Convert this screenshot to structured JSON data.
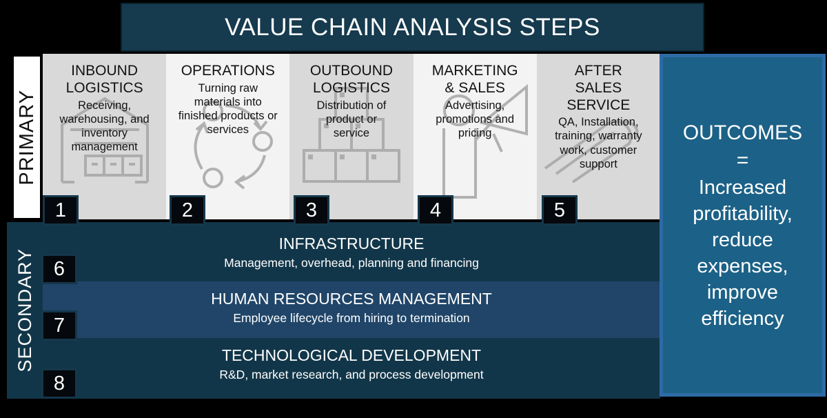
{
  "title": "VALUE CHAIN ANALYSIS STEPS",
  "sidebars": {
    "primary": "PRIMARY",
    "secondary": "SECONDARY"
  },
  "primary_steps": [
    {
      "number": "1",
      "title": "INBOUND LOGISTICS",
      "description": "Receiving, warehousing, and inventory management",
      "icon": "warehouse-icon"
    },
    {
      "number": "2",
      "title": "OPERATIONS",
      "description": "Turning raw materials into finished products or services",
      "icon": "process-cycle-icon"
    },
    {
      "number": "3",
      "title": "OUTBOUND LOGISTICS",
      "description": "Distribution of product or service",
      "icon": "stacked-boxes-icon"
    },
    {
      "number": "4",
      "title": "MARKETING & SALES",
      "description": "Advertising, promotions and pricing",
      "icon": "megaphone-person-icon"
    },
    {
      "number": "5",
      "title": "AFTER SALES SERVICE",
      "description": "QA, Installation, training, warranty work, customer support",
      "icon": "wrench-icon"
    }
  ],
  "secondary_steps": [
    {
      "number": "6",
      "title": "INFRASTRUCTURE",
      "description": "Management, overhead, planning and financing"
    },
    {
      "number": "7",
      "title": "HUMAN RESOURCES MANAGEMENT",
      "description": "Employee lifecycle from hiring to termination"
    },
    {
      "number": "8",
      "title": "TECHNOLOGICAL DEVELOPMENT",
      "description": "R&D, market research, and process development"
    }
  ],
  "outcomes": {
    "title": "OUTCOMES",
    "equals": "=",
    "description": "Increased profitability, reduce expenses, improve efficiency"
  },
  "colors": {
    "banner_bg": "#163a4e",
    "secondary_bg": "#123649",
    "hr_row_bg": "#204568",
    "outcomes_fill": "#1c6187",
    "outcomes_border": "#2e6ba6",
    "column_dark": "#d9d9d9",
    "column_light": "#f3f3f3",
    "badge_bg": "#05080c",
    "badge_border": "#15374b"
  }
}
